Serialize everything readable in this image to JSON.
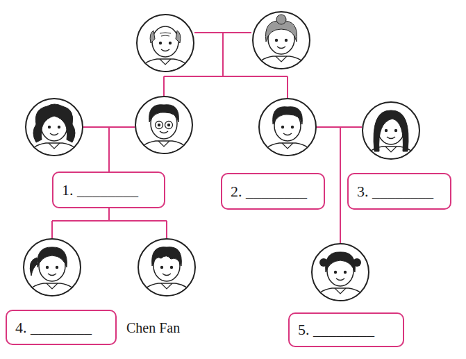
{
  "diagram": {
    "nodes": [
      {
        "text": [
          "1. ________"
        ]
      },
      {
        "text": [
          "2. ________"
        ]
      },
      {
        "text": [
          "3. ________"
        ]
      },
      {
        "text": [
          "4. ________"
        ]
      },
      {
        "text": [
          "5. ________"
        ]
      }
    ],
    "labels": [
      "Chen Fan"
    ]
  }
}
